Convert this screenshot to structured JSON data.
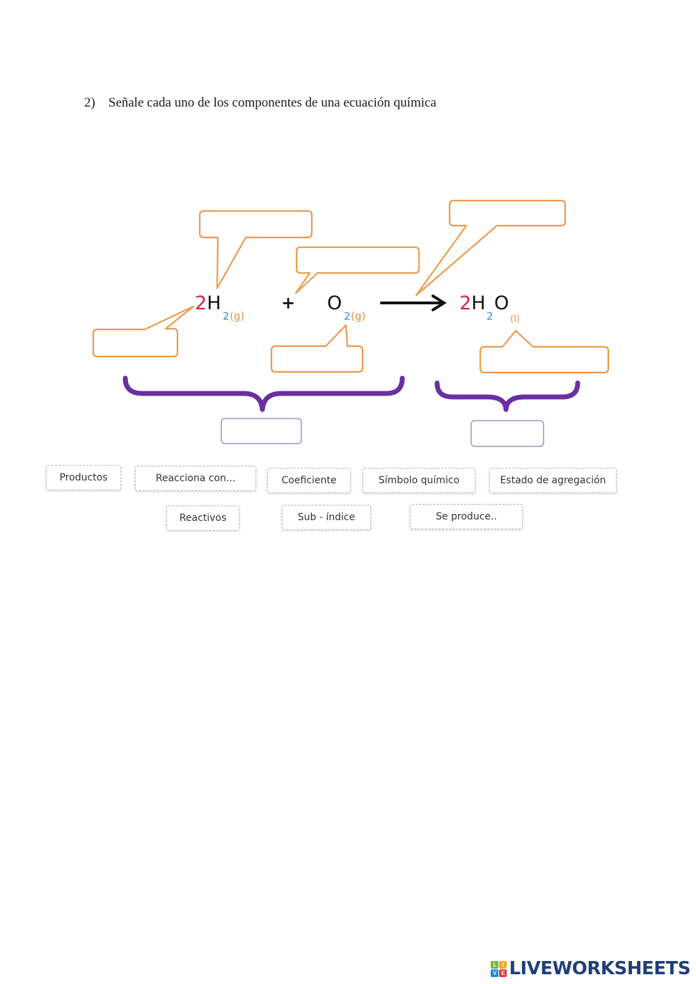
{
  "question": {
    "number": "2)",
    "text": "Señale cada uno de los componentes de una ecuación química"
  },
  "equation": {
    "reactant1": {
      "coefficient": "2",
      "symbol": "H",
      "subscript": "2",
      "state": "(g)"
    },
    "plus": "+",
    "reactant2": {
      "symbol": "O",
      "subscript": "2",
      "state": "(g)"
    },
    "product": {
      "coefficient": "2",
      "symbol1": "H",
      "subscript": "2",
      "symbol2": "O",
      "state": "(l)"
    }
  },
  "colors": {
    "coefficient": "#d9253a",
    "subscript": "#3c8fd0",
    "state": "#e8923f",
    "callout": "#ec9a4f",
    "brace": "#6a2fa0",
    "drop_box": "#a98ec6",
    "logo_text": "#1f3f7a"
  },
  "options": [
    {
      "label": "Productos"
    },
    {
      "label": "Reacciona con..."
    },
    {
      "label": "Coeficiente"
    },
    {
      "label": "Símbolo químico"
    },
    {
      "label": "Estado de agregación"
    },
    {
      "label": "Reactivos"
    },
    {
      "label": "Sub - índice"
    },
    {
      "label": "Se produce.."
    }
  ],
  "branding": {
    "logo_letters": [
      "L",
      "I",
      "V",
      "E"
    ],
    "logo_text": "LIVEWORKSHEETS"
  }
}
